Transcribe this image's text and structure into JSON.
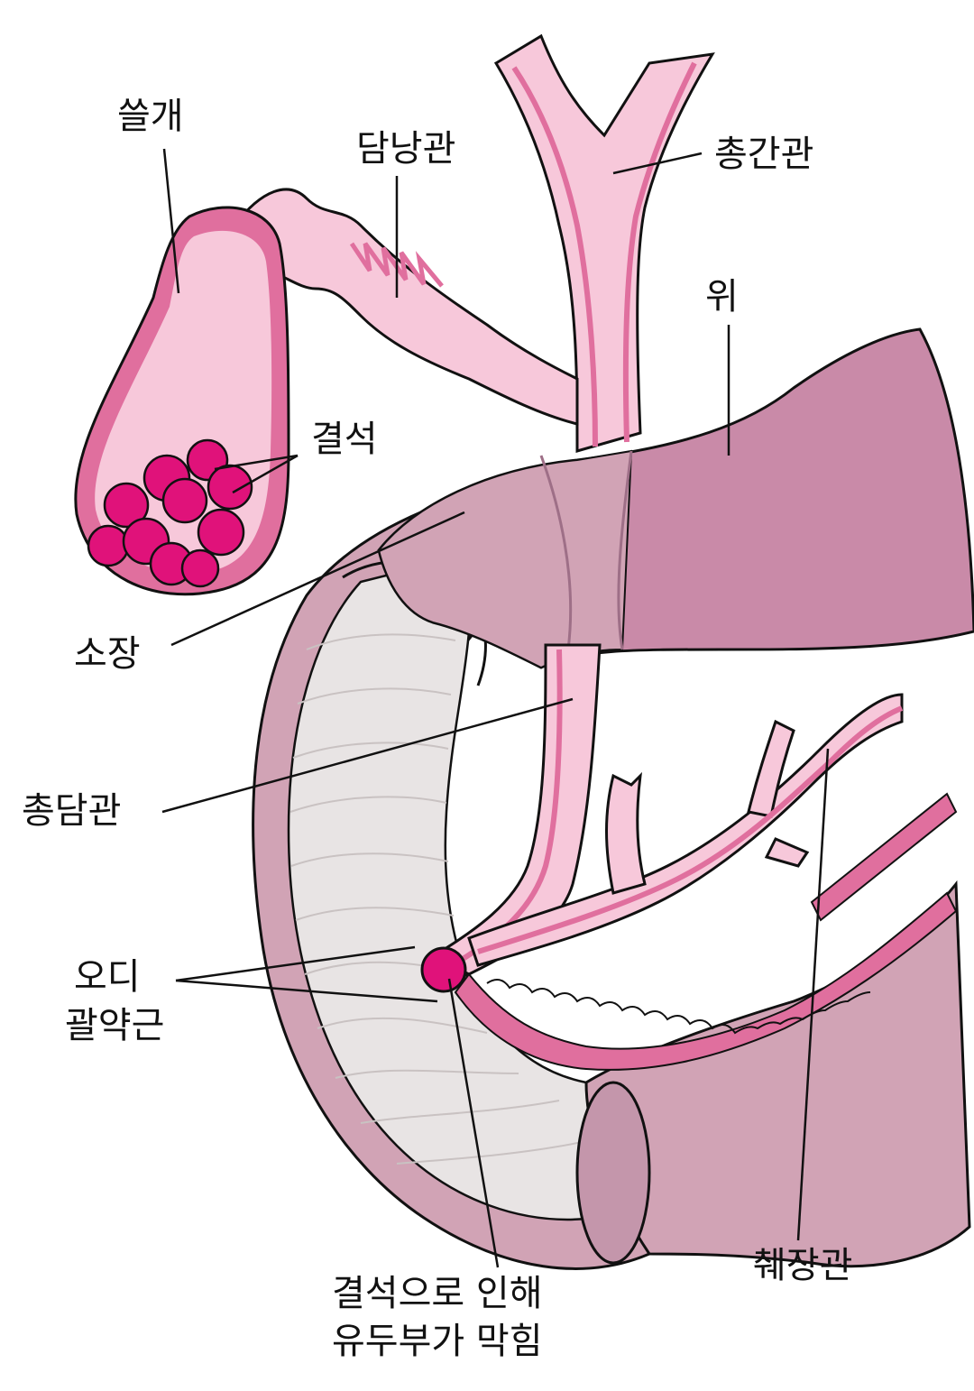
{
  "labels": {
    "gallbladder": "쓸개",
    "cystic_duct": "담낭관",
    "common_hepatic_duct": "총간관",
    "stomach": "위",
    "gallstones": "결석",
    "small_intestine": "소장",
    "common_bile_duct": "총담관",
    "sphincter_line1": "오디",
    "sphincter_line2": "괄약근",
    "blocked_line1": "결석으로 인해",
    "blocked_line2": "유두부가 막힘",
    "pancreatic_duct": "췌장관"
  },
  "colors": {
    "duct_fill": "#f7c8da",
    "duct_wall": "#e06f9e",
    "stomach": "#c98aa8",
    "intestine": "#d1a3b5",
    "intestine_inner": "#e8e4e4",
    "stone": "#e0127a",
    "outline": "#111111"
  }
}
